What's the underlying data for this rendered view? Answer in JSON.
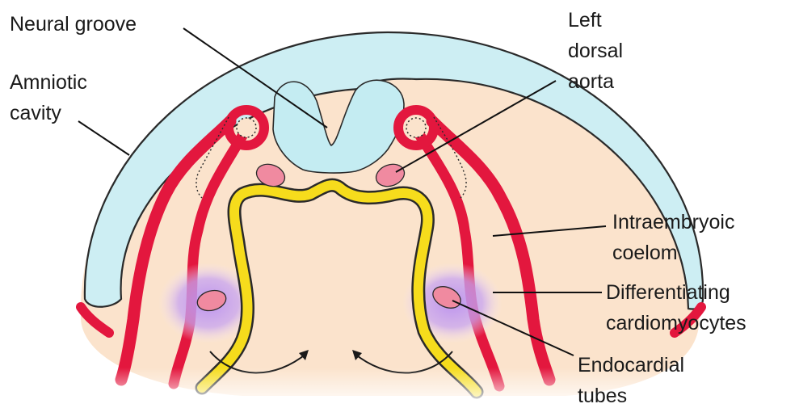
{
  "labels": {
    "neural_groove": "Neural groove",
    "amniotic_cavity": [
      "Amniotic",
      "cavity"
    ],
    "left_dorsal_aorta": [
      "Left",
      "dorsal",
      "aorta"
    ],
    "intraembryonic_coelom": [
      "Intraembryoic",
      "coelom"
    ],
    "differentiating_cardiomyocytes": [
      "Differentiating",
      "cardiomyocytes"
    ],
    "endocardial_tubes": [
      "Endocardial",
      "tubes"
    ]
  },
  "colors": {
    "embryo_body": "#fbe3cc",
    "amnion_fill": "#cdeef3",
    "amnion_outline": "#2a2a2a",
    "neural_plate": "#c4ecf2",
    "red_mesoderm": "#e3173e",
    "aorta_fill": "#f08aa0",
    "endoderm_yellow": "#f6dc1c",
    "cardiac_purple": "#c39af0",
    "leader_line": "#111111"
  }
}
